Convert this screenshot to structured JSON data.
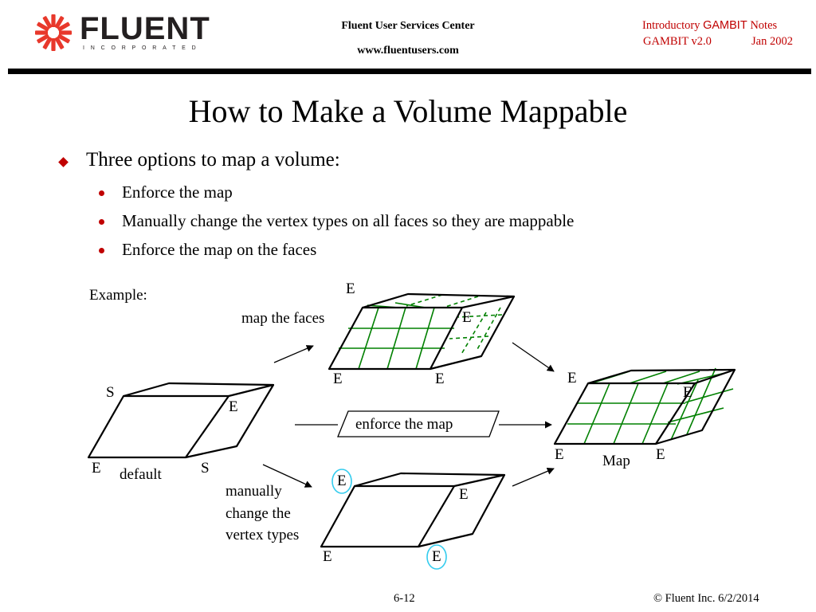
{
  "header": {
    "logo_name": "FLUENT",
    "logo_sub": "INCORPORATED",
    "center_line1": "Fluent User Services Center",
    "center_line2": "www.fluentusers.com",
    "right_line1_a": "Introductory ",
    "right_line1_b": "GAMBIT",
    "right_line1_c": " Notes",
    "right_version": "GAMBIT v2.0",
    "right_date": "Jan 2002"
  },
  "title": "How to Make a Volume Mappable",
  "bullets": {
    "main": "Three options to map a volume:",
    "sub": [
      "Enforce the map",
      "Manually change the vertex types on all faces so they are mappable",
      "Enforce the map on the faces"
    ]
  },
  "diagram": {
    "example_label": "Example:",
    "default_label": "default",
    "map_faces_label": "map the faces",
    "enforce_label": "enforce the map",
    "manual_label_1": "manually",
    "manual_label_2": "change the",
    "manual_label_3": "vertex types",
    "map_label": "Map",
    "vertex_s": "S",
    "vertex_e": "E",
    "colors": {
      "mesh": "#008000",
      "highlight": "#33ccee",
      "accent": "#c00000"
    }
  },
  "footer": {
    "page": "6-12",
    "copyright": "© Fluent Inc. 6/2/2014"
  }
}
